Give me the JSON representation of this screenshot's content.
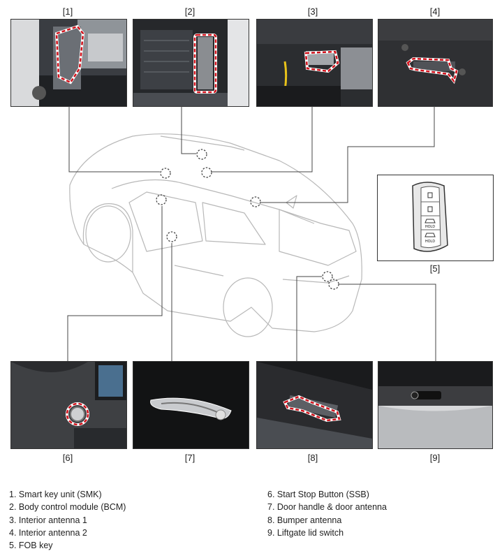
{
  "figure_labels": [
    "[1]",
    "[2]",
    "[3]",
    "[4]",
    "[5]",
    "[6]",
    "[7]",
    "[8]",
    "[9]"
  ],
  "legend_left": [
    "1. Smart key unit (SMK)",
    "2. Body control module (BCM)",
    "3. Interior antenna 1",
    "4. Interior antenna 2",
    "5. FOB key"
  ],
  "legend_right": [
    "6. Start Stop Button (SSB)",
    "7. Door handle & door antenna",
    "8. Bumper antenna",
    "9. Liftgate lid switch"
  ],
  "fob_button_text": [
    "HOLD",
    "HOLD"
  ],
  "colors": {
    "highlight": "#d0101a",
    "line": "#444444",
    "car_outline": "#b8b8b8"
  }
}
